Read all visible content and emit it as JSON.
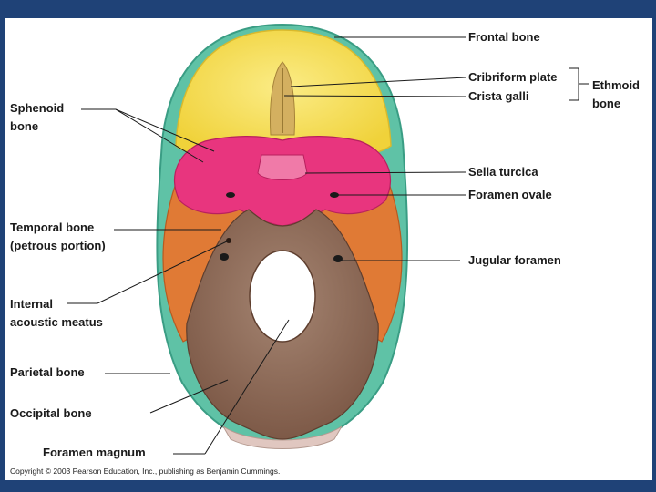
{
  "labels": {
    "frontal_bone": "Frontal bone",
    "cribriform_plate": "Cribriform plate",
    "crista_galli": "Crista galli",
    "ethmoid_bone_line1": "Ethmoid",
    "ethmoid_bone_line2": "bone",
    "sphenoid_bone_line1": "Sphenoid",
    "sphenoid_bone_line2": "bone",
    "sella_turcica": "Sella turcica",
    "foramen_ovale": "Foramen ovale",
    "temporal_bone_line1": "Temporal bone",
    "temporal_bone_line2": "(petrous portion)",
    "jugular_foramen": "Jugular foramen",
    "internal_acoustic_meatus_line1": "Internal",
    "internal_acoustic_meatus_line2": "acoustic meatus",
    "parietal_bone": "Parietal bone",
    "occipital_bone": "Occipital bone",
    "foramen_magnum": "Foramen magnum"
  },
  "copyright": "Copyright © 2003 Pearson Education, Inc., publishing as Benjamin Cummings.",
  "colors": {
    "frame": "#1f4277",
    "frontal": "#f3dc4a",
    "sphenoid": "#e8357e",
    "temporal": "#e07a35",
    "occipital": "#8a6650",
    "parietal": "#5fc2a6",
    "ethmoid": "#d4b060"
  }
}
